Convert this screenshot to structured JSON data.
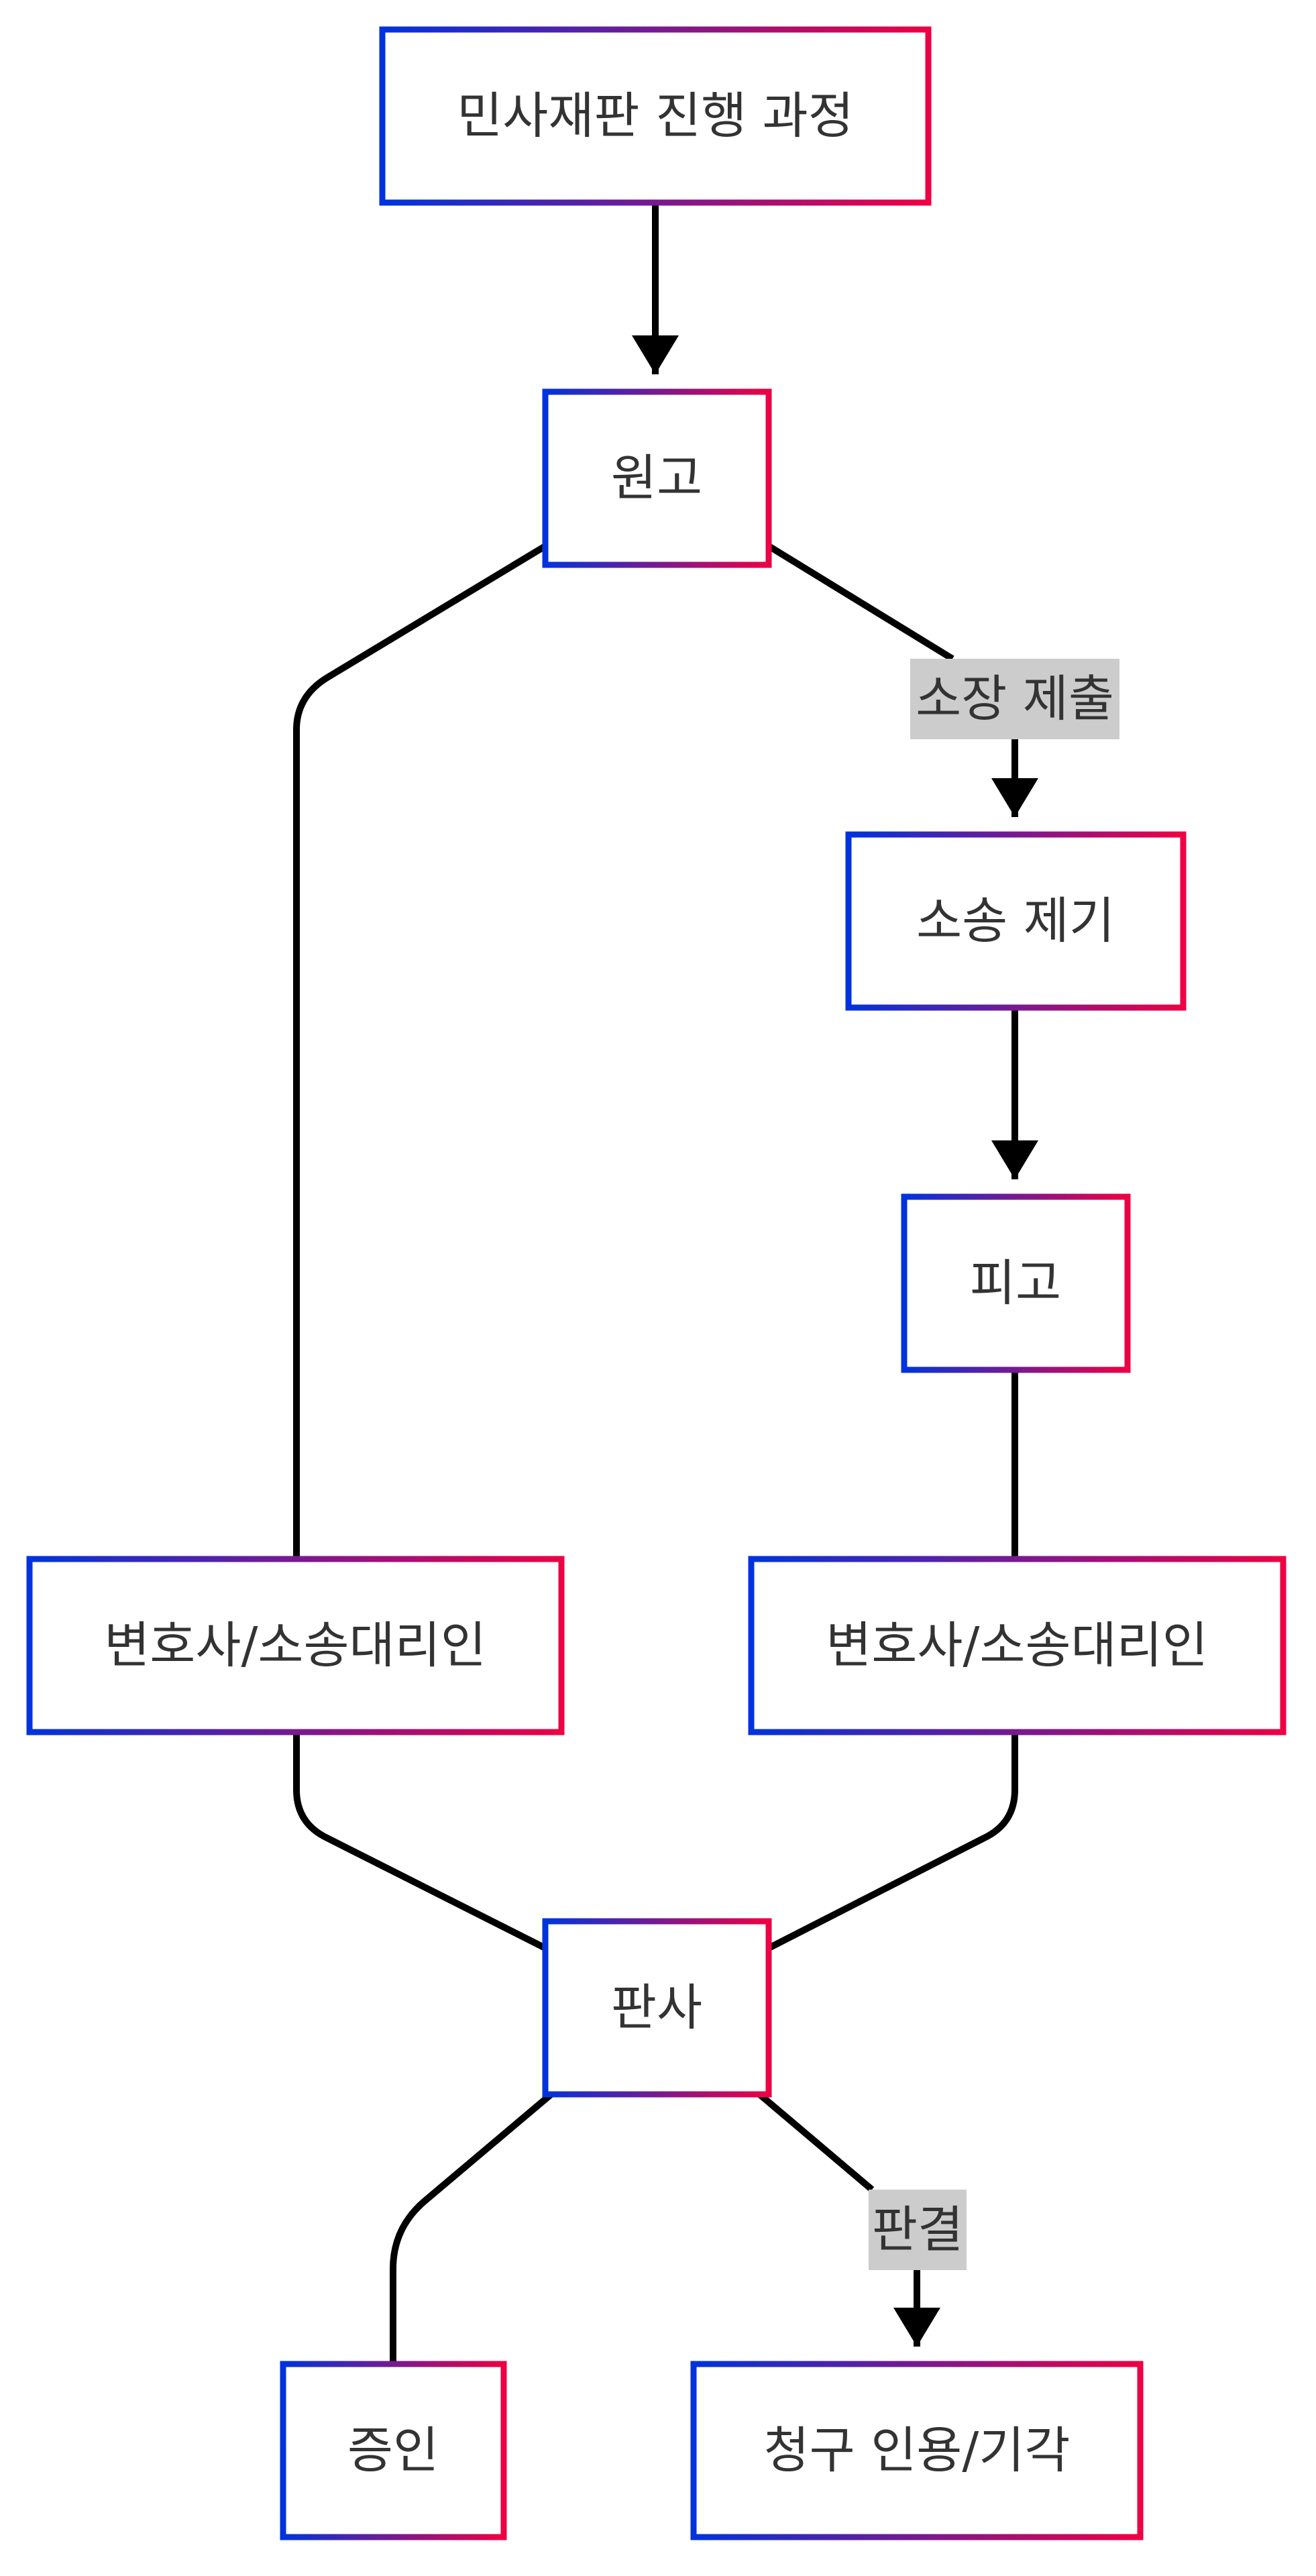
{
  "colors": {
    "node_border_start": "#0033dd",
    "node_border_end": "#ee0044",
    "edge": "#000000",
    "label_background": "#cccccc",
    "text": "#333333"
  },
  "nodes": {
    "title": "민사재판 진행 과정",
    "plaintiff": "원고",
    "lawsuit": "소송 제기",
    "defendant": "피고",
    "plaintiff_lawyer": "변호사/소송대리인",
    "defendant_lawyer": "변호사/소송대리인",
    "judge": "판사",
    "witness": "증인",
    "ruling": "청구 인용/기각"
  },
  "edges": {
    "filing_label": "소장 제출",
    "judgment_label": "판결"
  }
}
